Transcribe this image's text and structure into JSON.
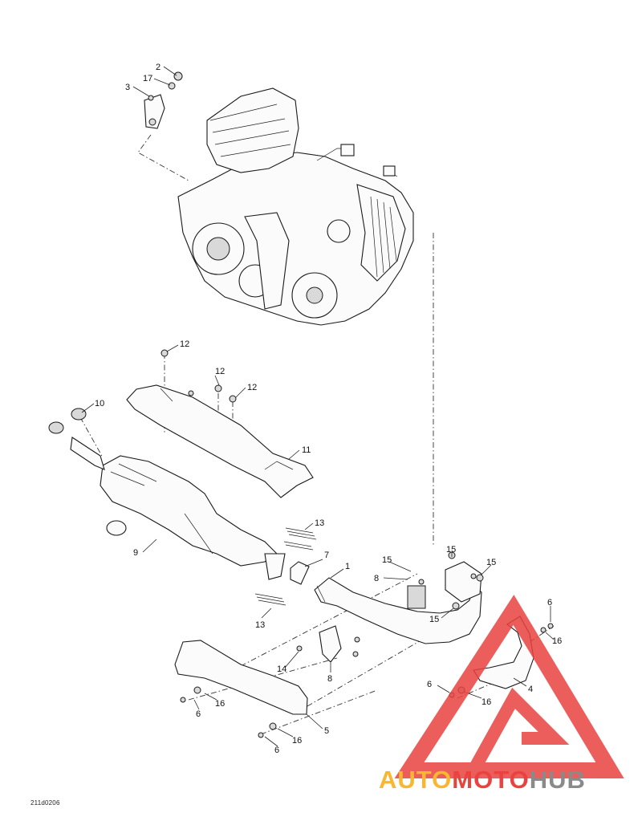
{
  "doc_code": "211d0206",
  "watermark": {
    "auto": "AUTO",
    "moto": "MOTO",
    "hub": "HUB"
  },
  "callouts": {
    "c2": "2",
    "c17": "17",
    "c3": "3",
    "c12a": "12",
    "c12b": "12",
    "c12c": "12",
    "c10": "10",
    "c11": "11",
    "c9": "9",
    "c13a": "13",
    "c13b": "13",
    "c7": "7",
    "c1": "1",
    "c15a": "15",
    "c15b": "15",
    "c15c": "15",
    "c15d": "15",
    "c8a": "8",
    "c8b": "8",
    "c14": "14",
    "c6a": "6",
    "c6b": "6",
    "c6c": "6",
    "c6d": "6",
    "c16a": "16",
    "c16b": "16",
    "c16c": "16",
    "c16d": "16",
    "c4": "4",
    "c5": "5"
  },
  "colors": {
    "watermark_red": "#e9423f",
    "watermark_yellow": "#f7b731",
    "watermark_gray": "#8a8a8a"
  }
}
